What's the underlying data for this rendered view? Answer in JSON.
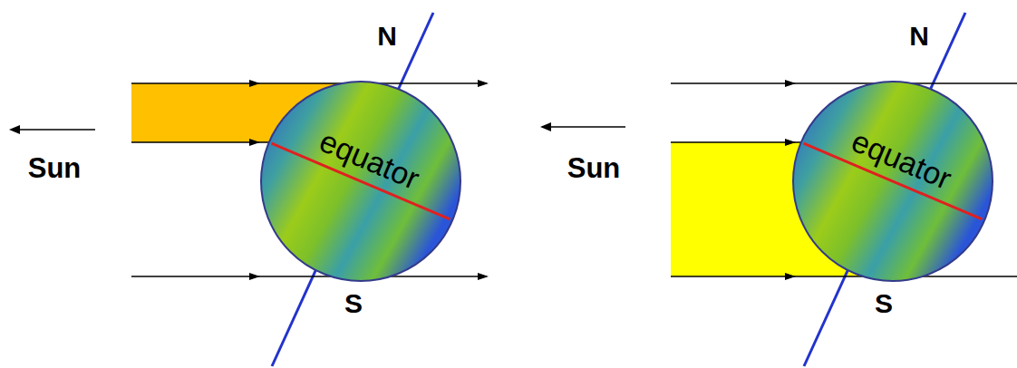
{
  "diagram": {
    "nodes": [
      {
        "text": [
          "equator"
        ]
      },
      {
        "text": [
          "equator"
        ]
      }
    ],
    "labels": [
      "N",
      "Sun",
      "S",
      "N",
      "Sun",
      "S"
    ]
  }
}
